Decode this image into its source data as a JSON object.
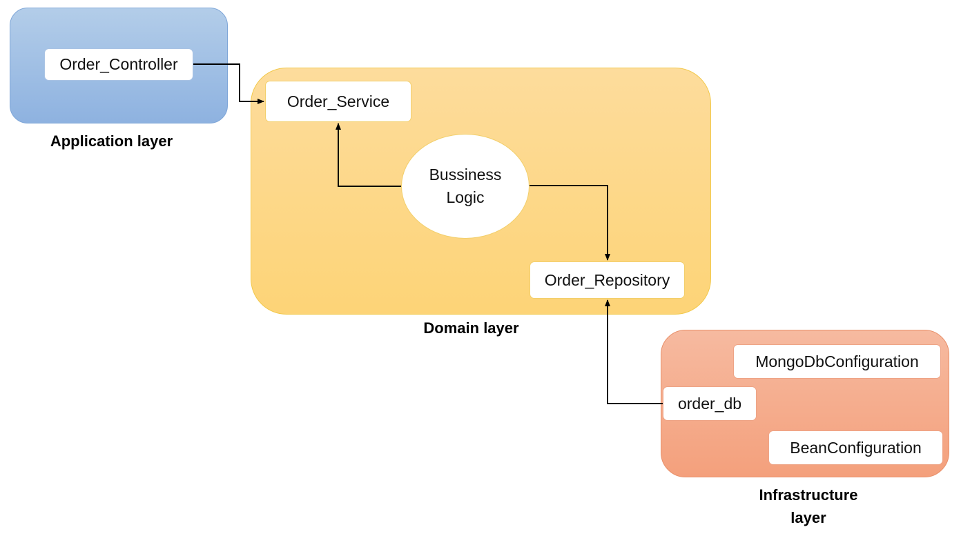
{
  "layers": {
    "application": {
      "label": "Application layer"
    },
    "domain": {
      "label": "Domain layer"
    },
    "infrastructure": {
      "label_line1": "Infrastructure",
      "label_line2": "layer"
    }
  },
  "nodes": {
    "order_controller": "Order_Controller",
    "order_service": "Order_Service",
    "business_logic_line1": "Bussiness",
    "business_logic_line2": "Logic",
    "order_repository": "Order_Repository",
    "mongo_config": "MongoDbConfiguration",
    "order_db": "order_db",
    "bean_config": "BeanConfiguration"
  },
  "colors": {
    "application": "#9fbfe6",
    "domain": "#fdd78a",
    "infrastructure": "#f5ad8e",
    "connector": "#000000"
  }
}
